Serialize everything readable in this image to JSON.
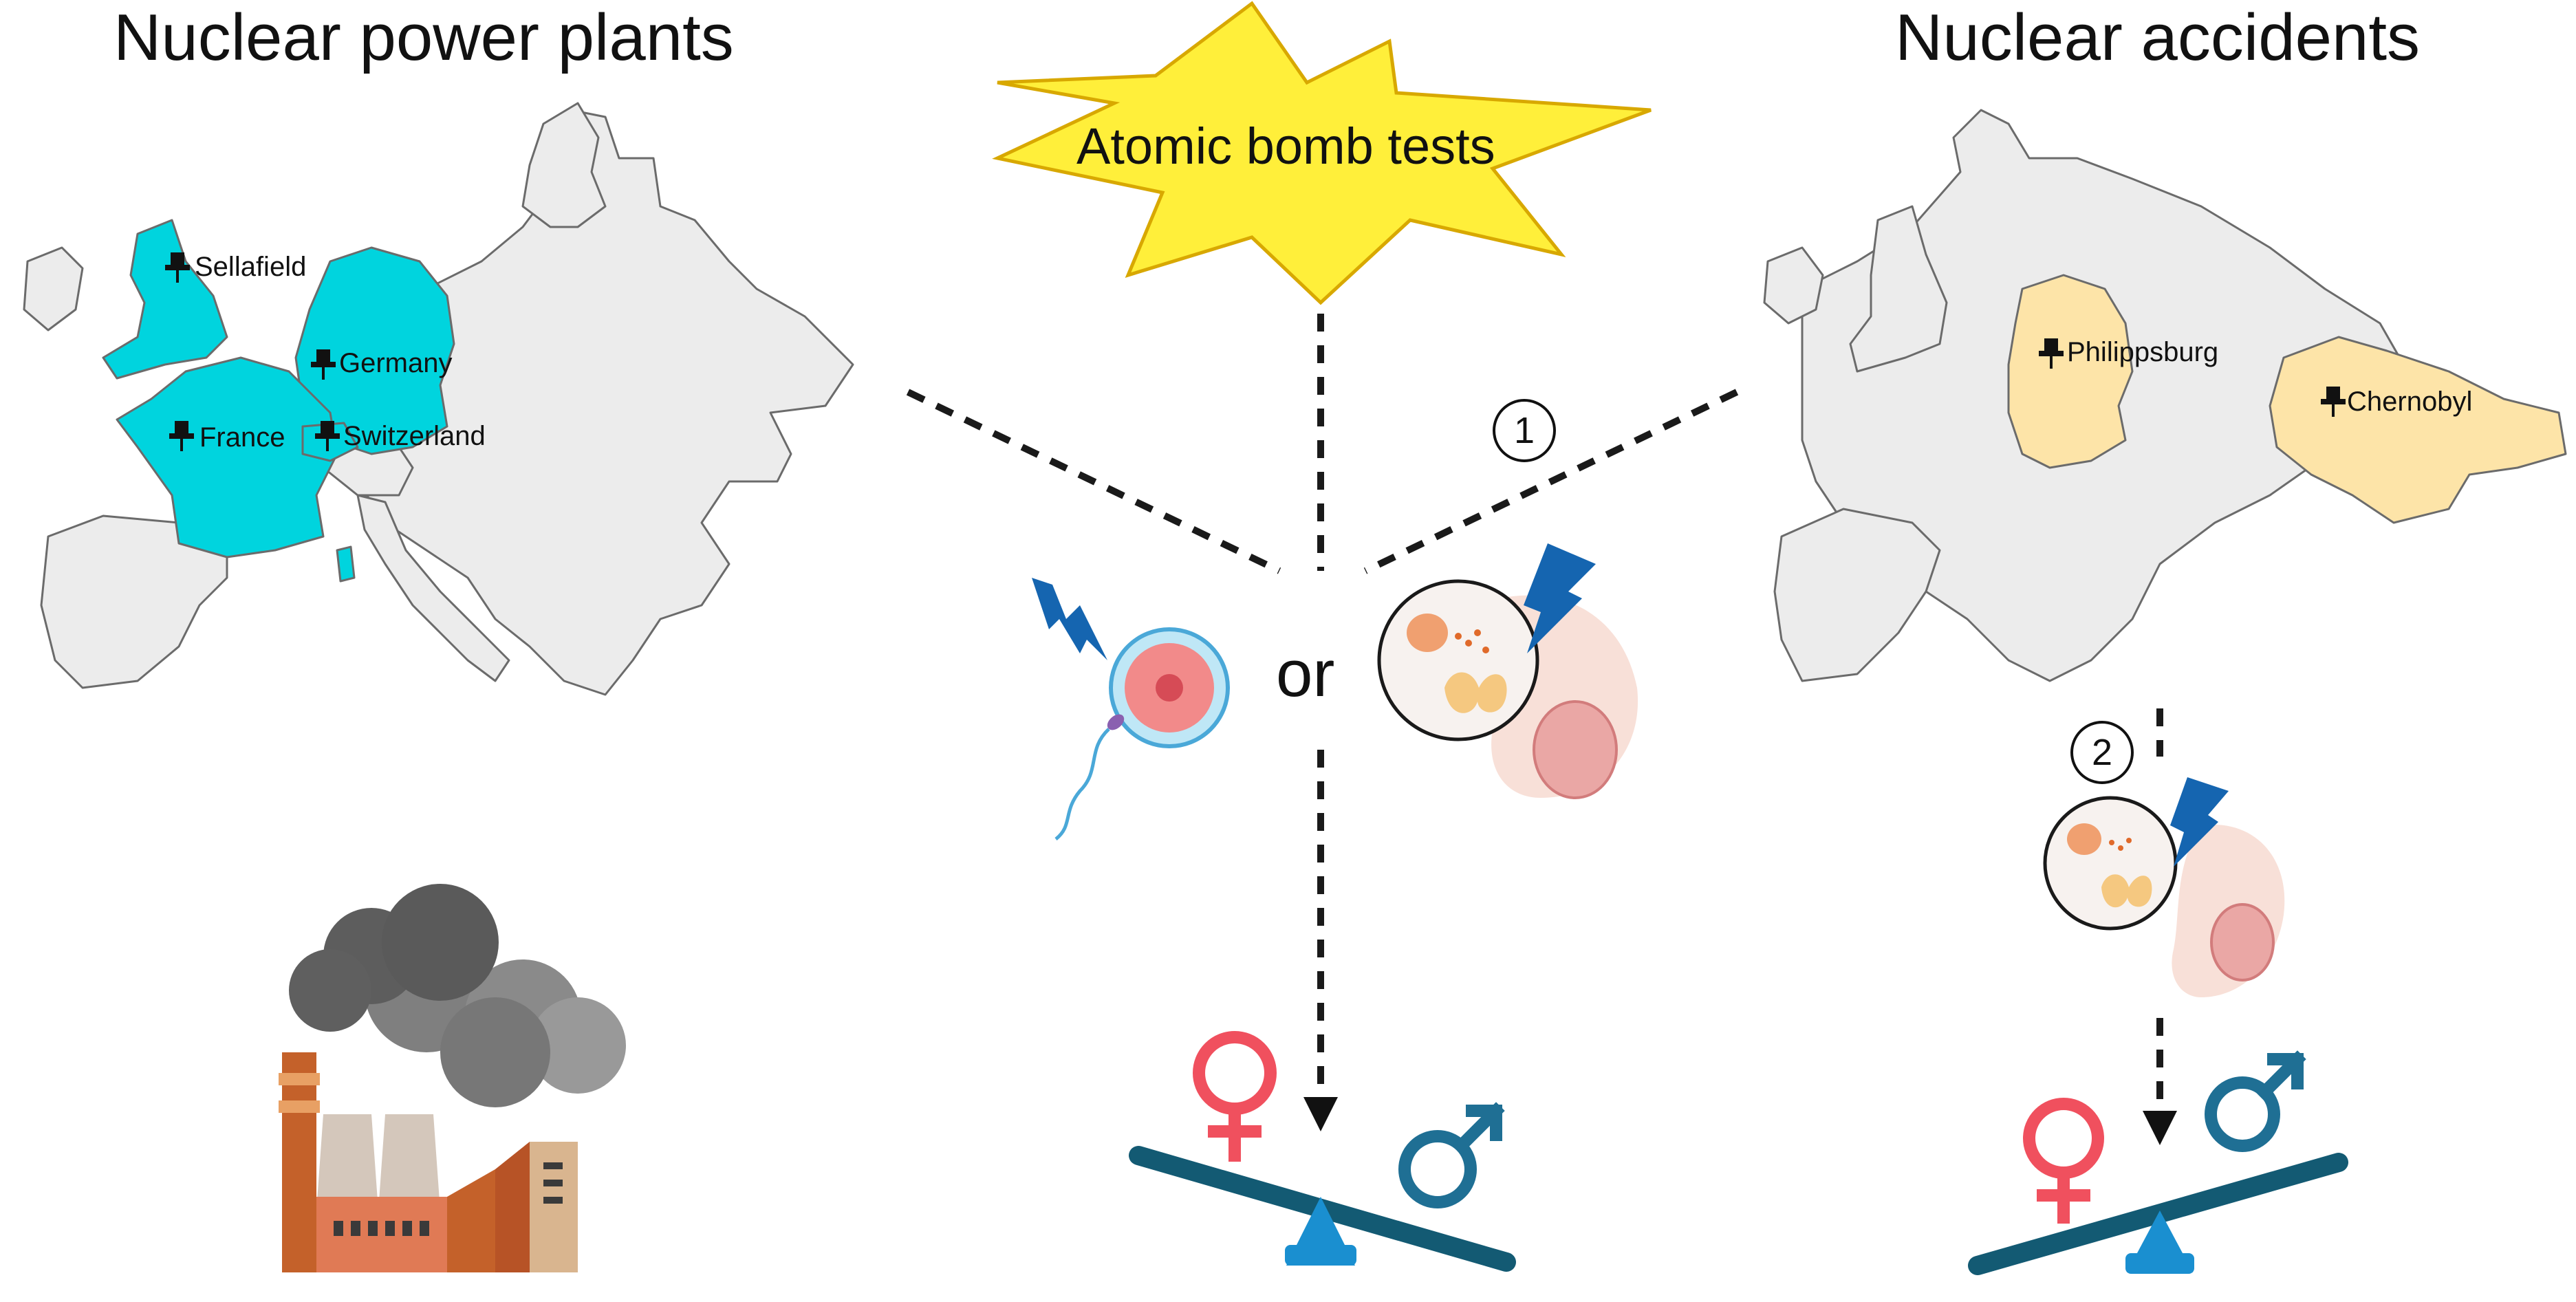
{
  "titles": {
    "left": "Nuclear power plants",
    "right": "Nuclear accidents",
    "center": "Atomic bomb tests"
  },
  "left_map": {
    "highlight_color": "#00d4de",
    "pins": [
      {
        "label": "Sellafield"
      },
      {
        "label": "Germany"
      },
      {
        "label": "France"
      },
      {
        "label": "Switzerland"
      }
    ]
  },
  "right_map": {
    "highlight_color": "#fde4a8",
    "pins": [
      {
        "label": "Philippsburg"
      },
      {
        "label": "Chernobyl"
      }
    ]
  },
  "pathway_markers": {
    "one": "1",
    "two": "2"
  },
  "or_text": "or",
  "colors": {
    "female_symbol": "#f0505e",
    "male_symbol": "#1f6f94",
    "seesaw_beam": "#135a73",
    "seesaw_fulcrum": "#1a8fd0",
    "lightning": "#1565b0",
    "bomb_fill": "#ffef3a",
    "map_gray": "#ececec"
  },
  "icons": [
    "factory-icon",
    "smoke-icon",
    "explosion-icon",
    "lightning-icon",
    "egg-sperm-icon",
    "thyroid-pregnancy-icon",
    "female-symbol-icon",
    "male-symbol-icon",
    "seesaw-icon",
    "map-pin-icon"
  ]
}
